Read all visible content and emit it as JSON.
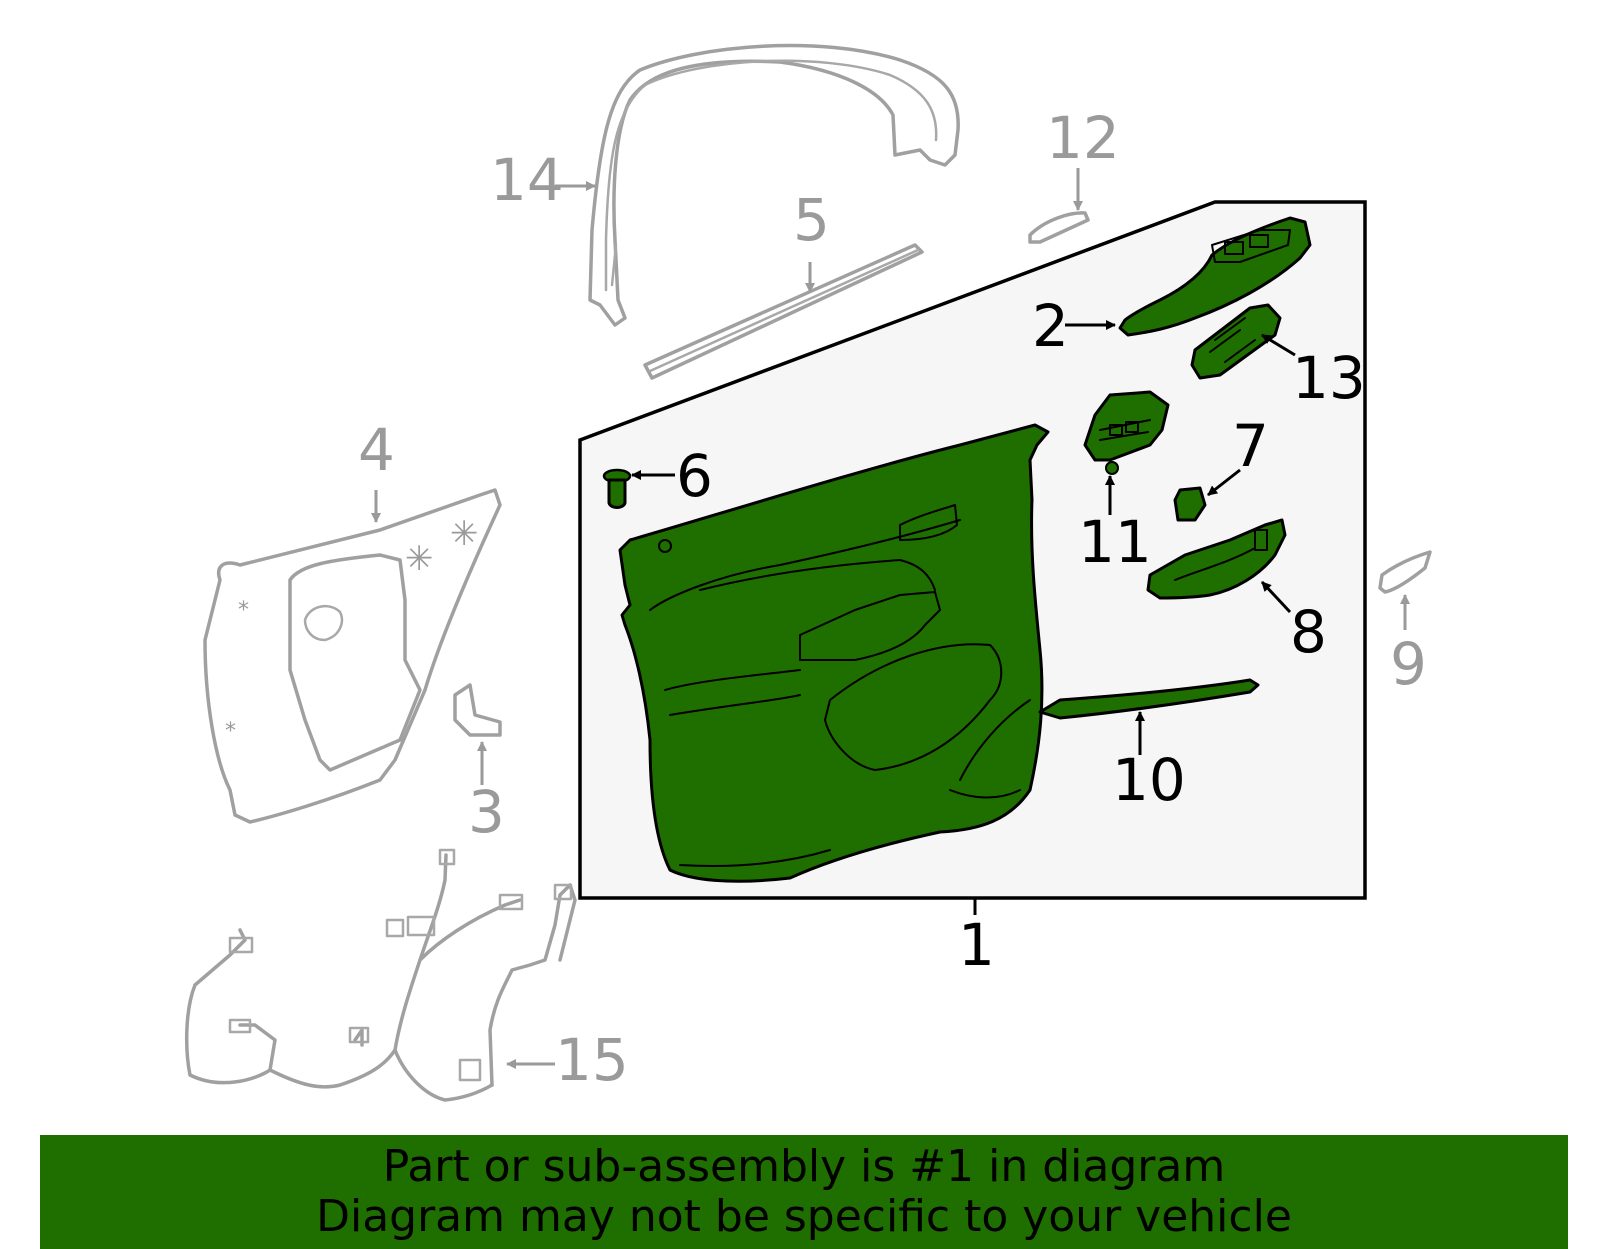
{
  "callouts": {
    "c1": "1",
    "c2": "2",
    "c3": "3",
    "c4": "4",
    "c5": "5",
    "c6": "6",
    "c7": "7",
    "c8": "8",
    "c9": "9",
    "c10": "10",
    "c11": "11",
    "c12": "12",
    "c13": "13",
    "c14": "14",
    "c15": "15"
  },
  "highlight": {
    "part_number": "1",
    "color": "#1e6e00",
    "background_panel_color": "#f6f6f6"
  },
  "footer": {
    "line1": "Part or sub-assembly is #1 in diagram",
    "line2": "Diagram may not be specific to your vehicle",
    "color": "#1e6e00"
  }
}
